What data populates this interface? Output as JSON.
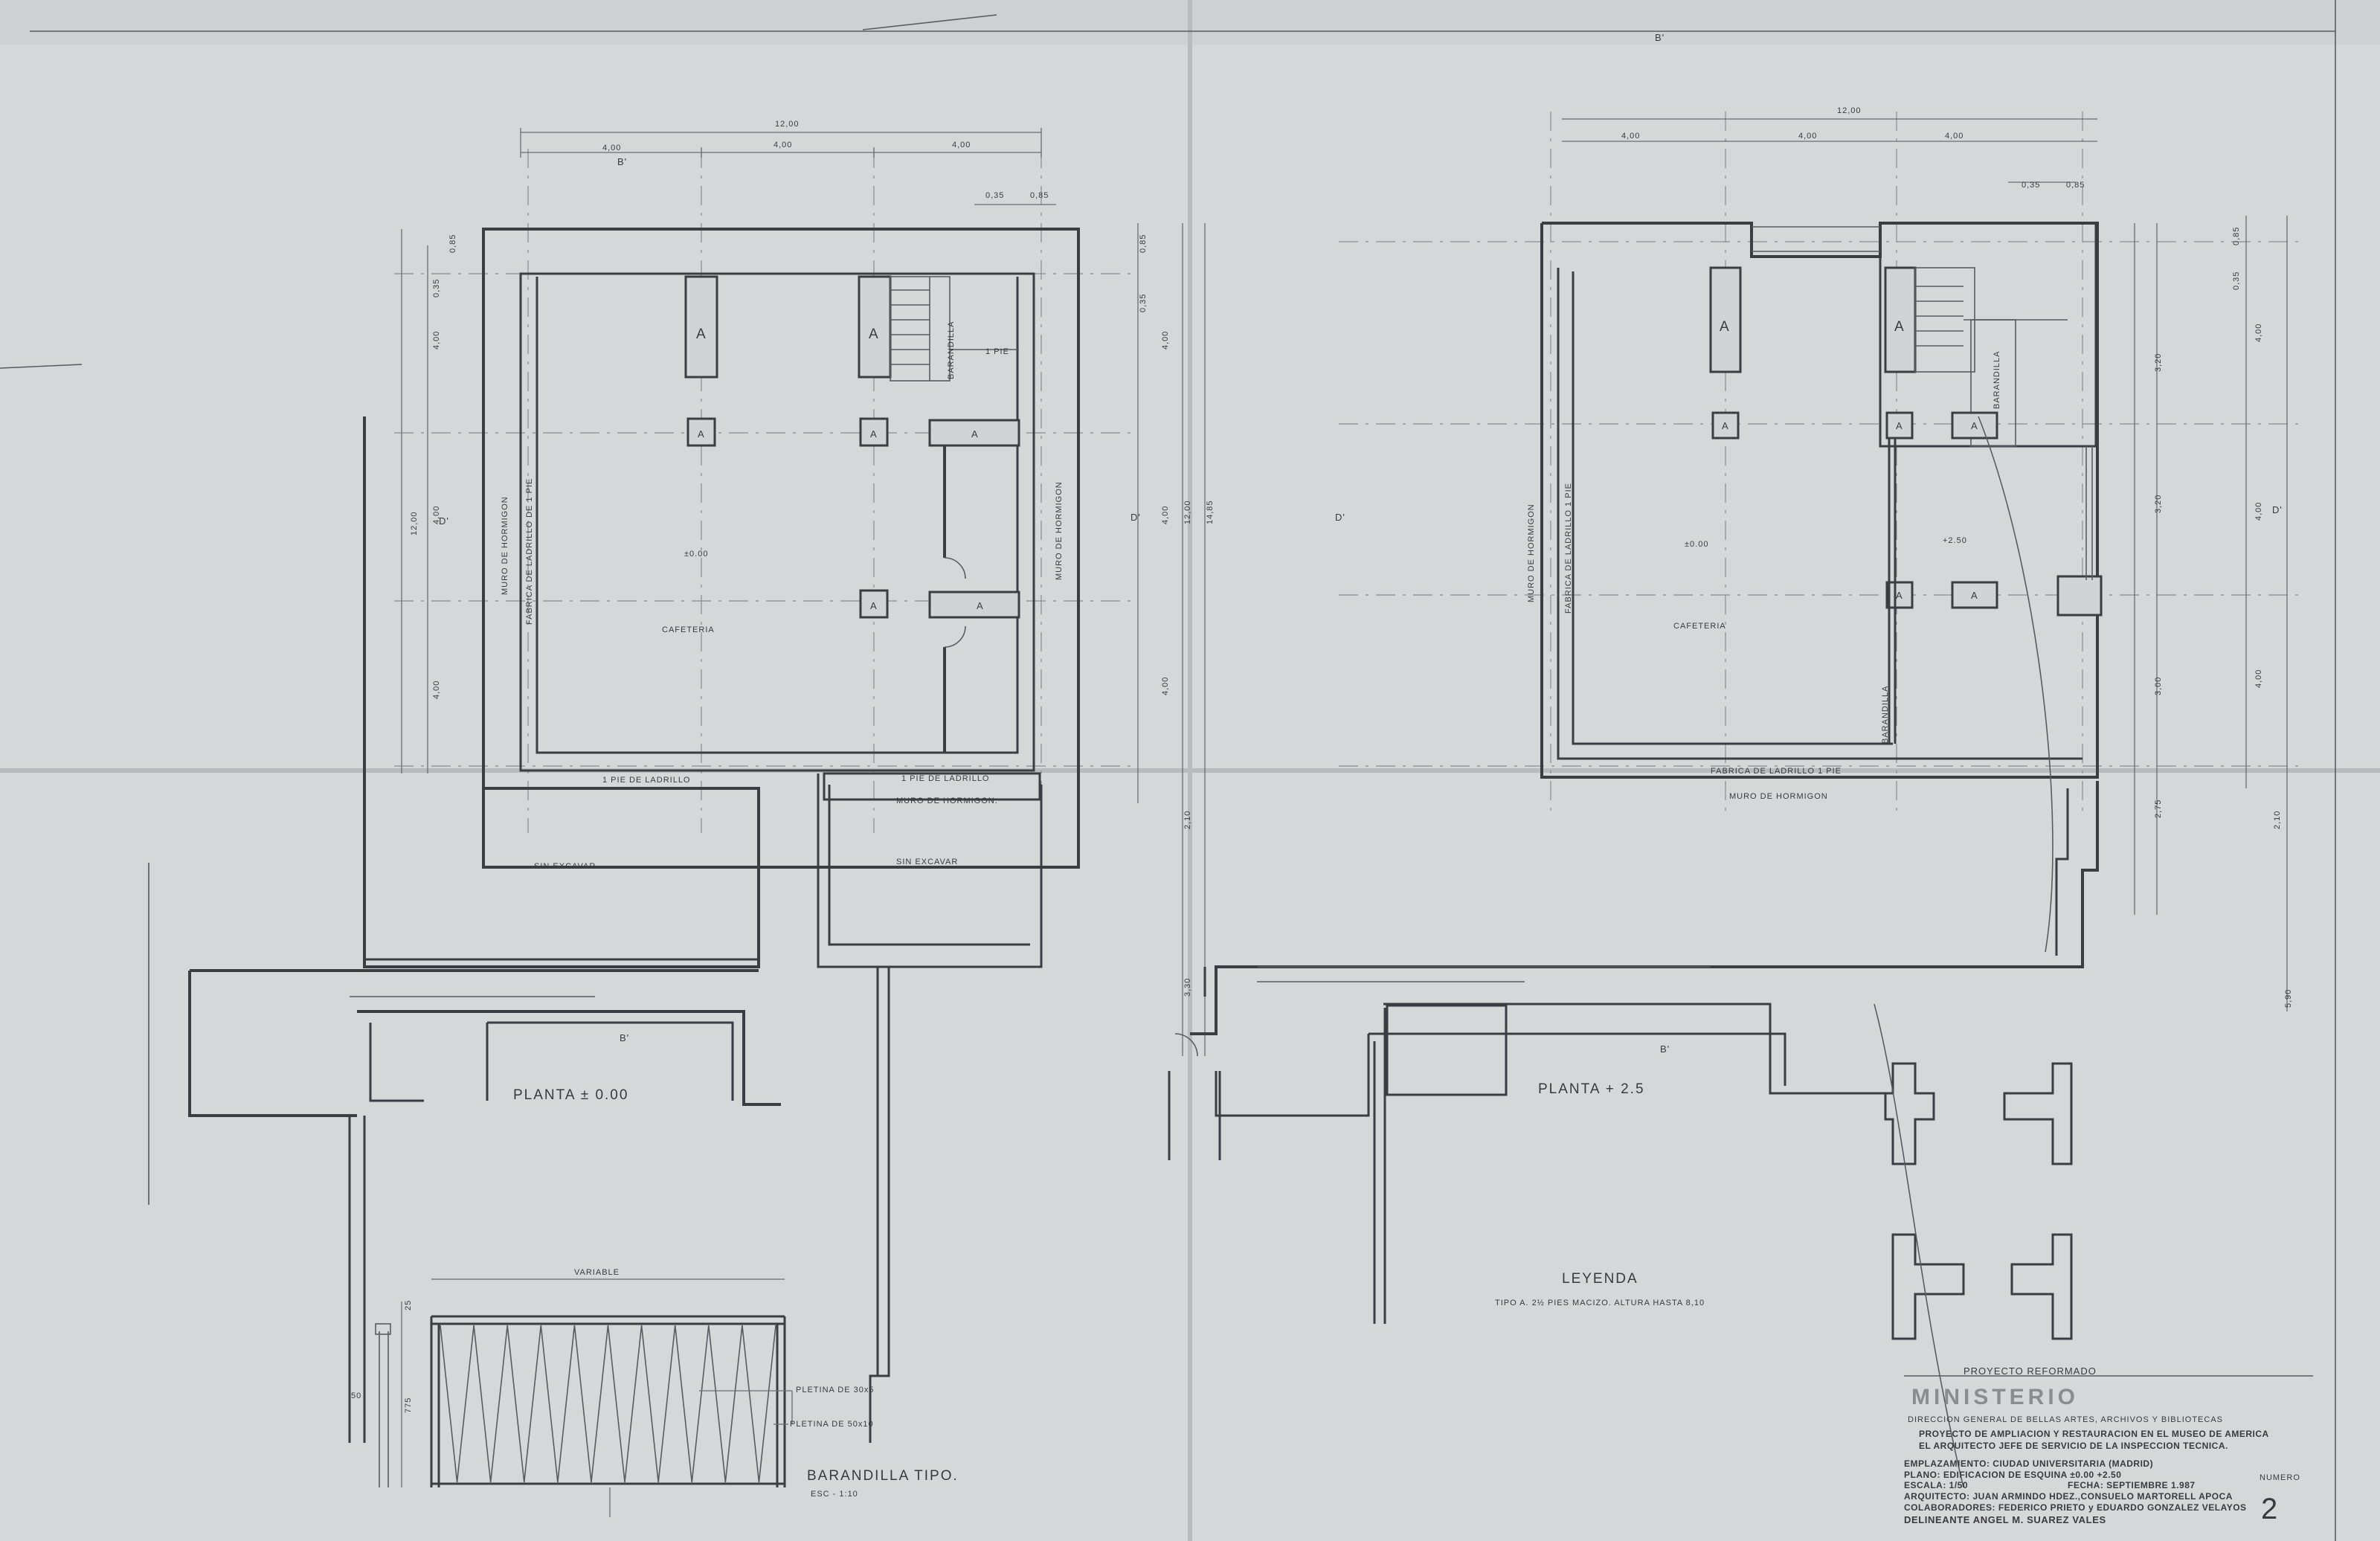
{
  "plans": {
    "left_title": "PLANTA ± 0.00",
    "right_title": "PLANTA + 2.5"
  },
  "labels": {
    "cafeteria": "CAFETERIA",
    "level_000": "±0.00",
    "level_250": "+2.50",
    "muro_hormigon": "MURO DE HORMIGON",
    "muro_hormigon_dot": "MURO DE HORMIGON.",
    "fabrica_ladrillo_left": "FABRICA DE LADRILLO DE 1 PIE",
    "fabrica_ladrillo_right": "FABRICA DE LADRILLO 1 PIE",
    "fabrica_ladrillo_bottom": "FABRICA DE LADRILLO 1 PIE",
    "pie_ladrillo": "1 PIE DE LADRILLO",
    "barandilla": "BARANDILLA",
    "one_pie": "1 PIE",
    "sin_excavar": "SIN EXCAVAR",
    "column_tag": "A",
    "section_b": "B'",
    "section_d": "D'"
  },
  "dimensions": {
    "total_width": "12,00",
    "bay": "4,00",
    "wall_a": "0,35",
    "wall_b": "0,85",
    "total_height": "12,00",
    "overall": "14,85",
    "d_210": "2,10",
    "d_330": "3,30",
    "d_320": "3,20",
    "d_300": "3,00",
    "d_275": "2,75",
    "d_590": "5,90"
  },
  "railing": {
    "width_label": "VARIABLE",
    "pletina_1": "PLETINA DE 30x5",
    "pletina_2": "PLETINA DE 50x10",
    "dim_25": "25",
    "dim_775": "775",
    "dim_50": "50",
    "title": "BARANDILLA TIPO.",
    "scale": "ESC - 1:10"
  },
  "legend": {
    "title": "LEYENDA",
    "text": "TIPO A. 2½ PIES MACIZO. ALTURA HASTA 8,10"
  },
  "title_block": {
    "header": "PROYECTO REFORMADO",
    "stamp": "MINISTERIO",
    "subheader": "DIRECCION GENERAL DE BELLAS ARTES, ARCHIVOS Y BIBLIOTECAS",
    "project_1": "PROYECTO DE AMPLIACION Y RESTAURACION EN EL MUSEO DE AMERICA",
    "project_2": "EL ARQUITECTO JEFE DE SERVICIO DE LA INSPECCION TECNICA.",
    "emplazamiento": "EMPLAZAMIENTO: CIUDAD UNIVERSITARIA (MADRID)",
    "plano": "PLANO: EDIFICACION DE ESQUINA ±0.00 +2.50",
    "escala": "ESCALA: 1/50",
    "fecha": "FECHA: SEPTIEMBRE 1.987",
    "arquitecto": "ARQUITECTO: JUAN ARMINDO HDEZ.,CONSUELO MARTORELL APOCA",
    "colaboradores": "COLABORADORES: FEDERICO PRIETO y EDUARDO GONZALEZ VELAYOS",
    "delineante": "DELINEANTE   ANGEL M. SUAREZ VALES",
    "numero_label": "NUMERO",
    "numero": "2"
  }
}
